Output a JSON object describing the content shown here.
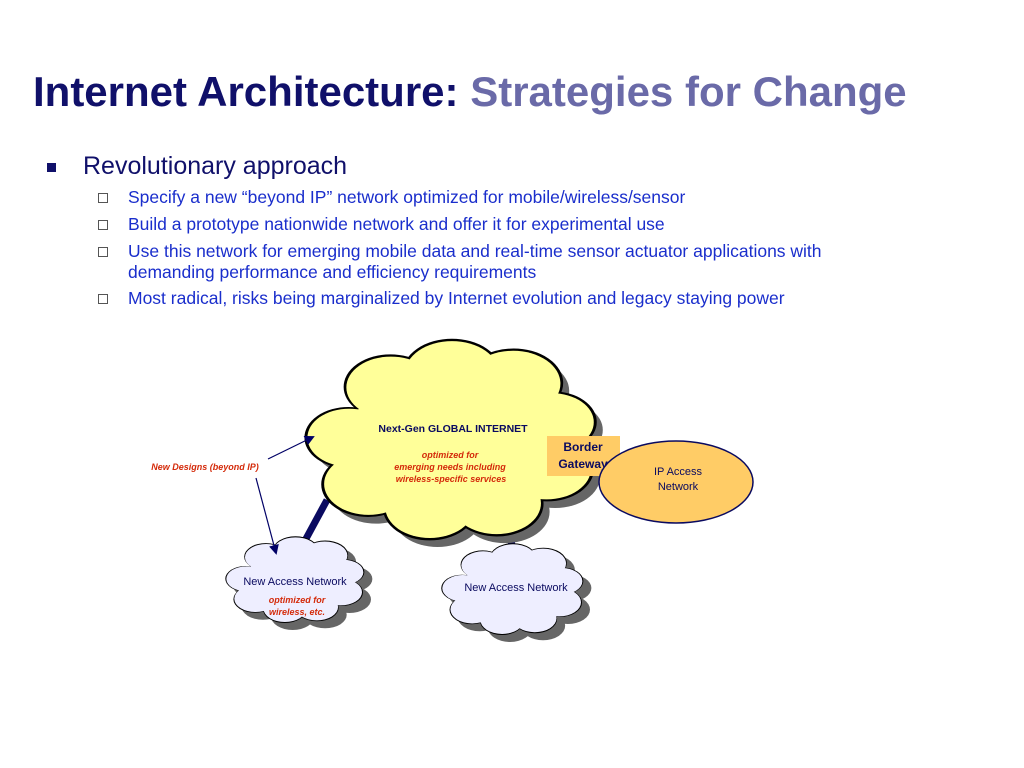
{
  "slide": {
    "title_main": "Internet Architecture:",
    "title_sub": "Strategies for Change",
    "bullet1": "Revolutionary approach",
    "subbullets": [
      "Specify a new “beyond IP” network optimized for mobile/wireless/sensor",
      "Build a prototype nationwide network and offer it for experimental use",
      "Use this network for emerging mobile data and real-time sensor actuator applications with",
      "demanding performance and efficiency requirements",
      "Most radical, risks being marginalized by Internet evolution and legacy staying power"
    ]
  },
  "diagram": {
    "global_internet": "Next-Gen GLOBAL INTERNET",
    "global_note_1": "optimized for",
    "global_note_2": "emerging needs including",
    "global_note_3": "wireless-specific services",
    "border_gateway_1": "Border",
    "border_gateway_2": "Gateway",
    "ip_access_1": "IP Access",
    "ip_access_2": "Network",
    "new_designs": "New Designs (beyond IP)",
    "new_access_left": "New Access Network",
    "left_note_1": "optimized for",
    "left_note_2": "wireless, etc.",
    "new_access_right": "New Access Network"
  },
  "colors": {
    "title_dark": "#10106a",
    "title_sub": "#6a6aa8",
    "subbullet": "#1a2ecc",
    "cloud_yellow": "#ffff99",
    "cloud_lavender": "#eeeeff",
    "gateway": "#ffcc66",
    "ip_access": "#ffcc66",
    "note_red": "#d42a0a"
  }
}
